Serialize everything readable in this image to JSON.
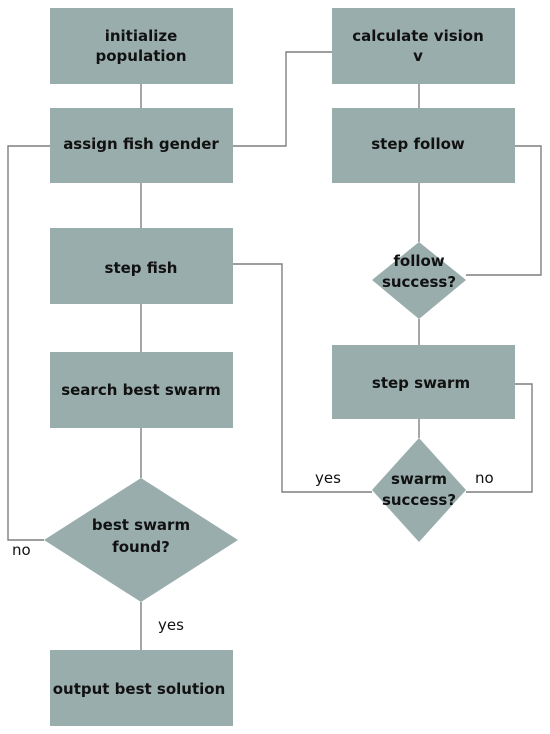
{
  "colors": {
    "node_fill": "#9aadad",
    "line": "#7f7f7f",
    "text": "#111111"
  },
  "nodes": {
    "initialize_population": {
      "line1": "initialize",
      "line2": "population"
    },
    "assign_fish_gender": {
      "label": "assign fish gender"
    },
    "step_fish": {
      "label": "step fish"
    },
    "search_best_swarm": {
      "label": "search best swarm"
    },
    "best_swarm_found": {
      "line1": "best swarm",
      "line2": "found?"
    },
    "output_best_solution": {
      "label": "output best solution"
    },
    "calculate_vision": {
      "line1": "calculate vision",
      "line2": "v"
    },
    "step_follow": {
      "label": "step follow"
    },
    "follow_success": {
      "line1": "follow",
      "line2": "success?"
    },
    "step_swarm": {
      "label": "step swarm"
    },
    "swarm_success": {
      "line1": "swarm",
      "line2": "success?"
    }
  },
  "edge_labels": {
    "found_no": "no",
    "found_yes": "yes",
    "swarm_yes": "yes",
    "swarm_no": "no"
  }
}
